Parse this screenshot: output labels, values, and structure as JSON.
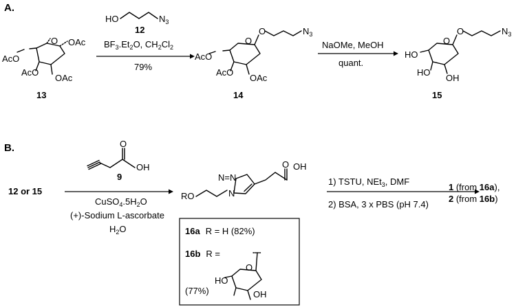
{
  "section_a": {
    "label": "A.",
    "reagent_compound": "12",
    "n3": "N",
    "n3_sub": "3",
    "arrow1": {
      "line1_pre": "BF",
      "line1_sub": "3",
      "line1_post": ".Et",
      "line1_sub2": "2",
      "line1_post2": "O, CH",
      "line1_sub3": "2",
      "line1_post3": "Cl",
      "line1_sub4": "2",
      "yield": "79%"
    },
    "arrow2": {
      "line1": "NaOMe, MeOH",
      "line2": "quant."
    },
    "compounds": [
      "13",
      "14",
      "15"
    ],
    "groups": {
      "oac": "OAc",
      "aco": "AcO",
      "ho": "HO",
      "oh": "OH",
      "o": "O"
    }
  },
  "section_b": {
    "label": "B.",
    "start": "12 or 15",
    "reagent_compound": "9",
    "arrow1": {
      "cat_pre": "CuSO",
      "cat_sub": "4",
      "cat_post": ".5H",
      "cat_sub2": "2",
      "cat_post2": "O",
      "reductant": "(+)-Sodium L-ascorbate",
      "solvent_pre": "H",
      "solvent_sub": "2",
      "solvent_post": "O"
    },
    "arrow2": {
      "step1_pre": "1) TSTU, NEt",
      "step1_sub": "3",
      "step1_post": ", DMF",
      "step2": "2) BSA, 3 x PBS (pH 7.4)"
    },
    "product_groups": {
      "ro": "RO",
      "n_eq_n": "N=N",
      "n": "N",
      "oh": "OH",
      "o": "O"
    },
    "products": [
      {
        "num": "1",
        "from_pre": " (from ",
        "from": "16a",
        "from_post": "),"
      },
      {
        "num": "2",
        "from_pre": " (from ",
        "from": "16b",
        "from_post": ")"
      }
    ],
    "box": {
      "a_label": "16a",
      "a_text": "R = H (82%)",
      "b_label": "16b",
      "b_text": "R =",
      "b_yield": "(77%)",
      "ho": "HO",
      "oh": "OH"
    }
  }
}
